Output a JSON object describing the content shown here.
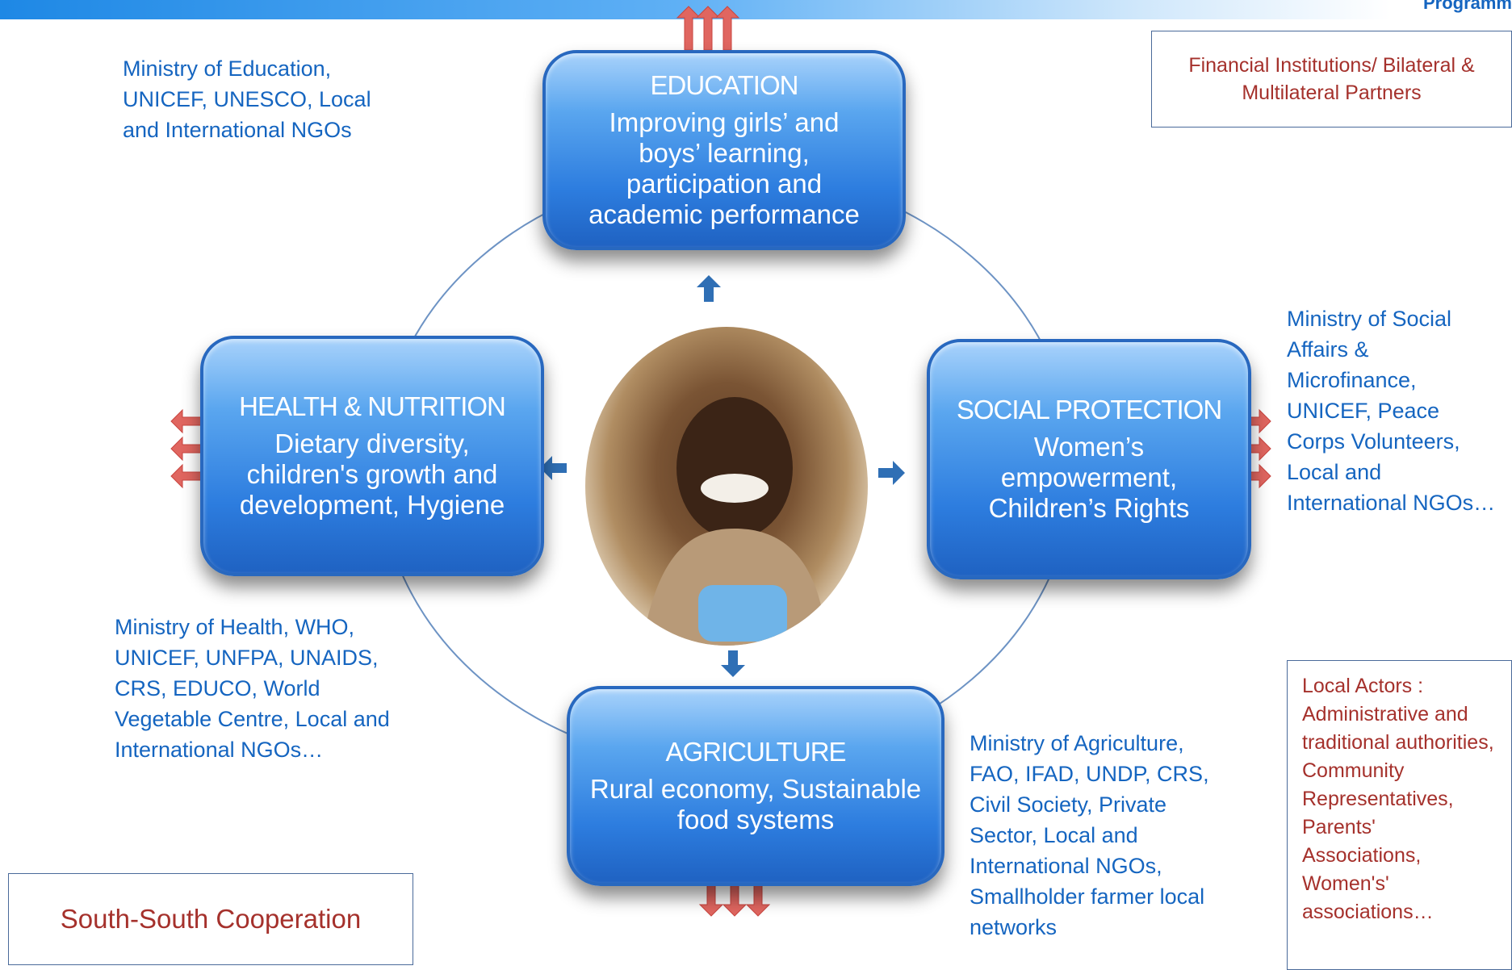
{
  "header": {
    "program_label": "Programm"
  },
  "nodes": {
    "education": {
      "title": "EDUCATION",
      "desc": "Improving girls’ and boys’ learning, participation and academic performance"
    },
    "health": {
      "title": "HEALTH & NUTRITION",
      "desc": "Dietary diversity, children's growth and development, Hygiene"
    },
    "social": {
      "title": "SOCIAL PROTECTION",
      "desc": "Women’s empowerment, Children’s Rights"
    },
    "agriculture": {
      "title": "AGRICULTURE",
      "desc": "Rural economy, Sustainable food systems"
    }
  },
  "partners": {
    "education": "Ministry of Education, UNICEF, UNESCO, Local and International NGOs",
    "social": "Ministry of Social Affairs & Microfinance, UNICEF, Peace Corps Volunteers, Local and International NGOs…",
    "health": "Ministry of Health, WHO, UNICEF, UNFPA, UNAIDS, CRS, EDUCO, World Vegetable Centre, Local and International NGOs…",
    "agriculture": "Ministry of Agriculture, FAO, IFAD, UNDP, CRS, Civil Society, Private Sector, Local and International NGOs, Smallholder farmer local networks"
  },
  "framed": {
    "financial": "Financial Institutions/ Bilateral & Multilateral Partners",
    "local_actors": "Local Actors : Administrative and traditional authorities, Community Representatives, Parents' Associations, Women's' associations…",
    "south_south": "South-South Cooperation"
  },
  "colors": {
    "partner_text": "#1565c0",
    "framed_text": "#a5312c",
    "arrow_red": "#e06660",
    "arrow_blue": "#2f6fb5"
  },
  "photo": {
    "icon": "child-photo"
  }
}
